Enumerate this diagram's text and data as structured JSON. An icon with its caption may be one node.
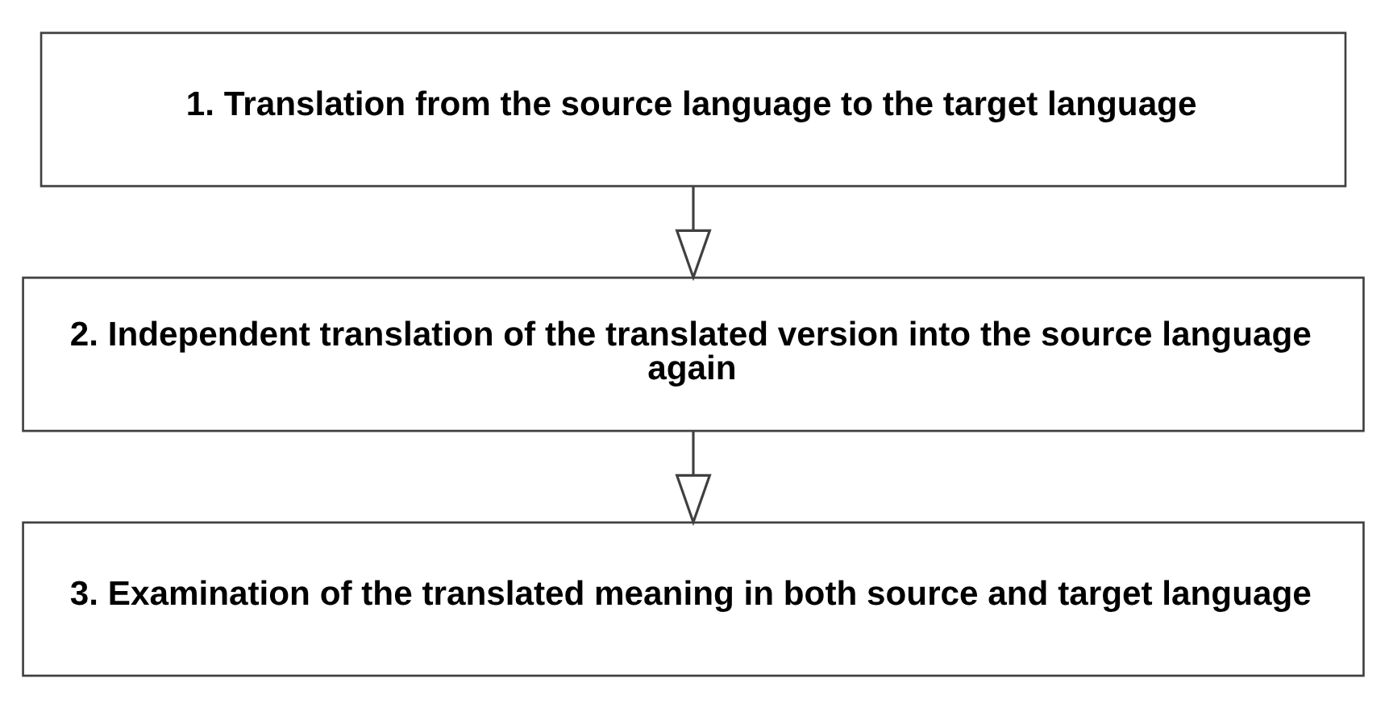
{
  "diagram": {
    "nodes": [
      {
        "text": [
          "1. Translation from the source language to the target language"
        ]
      },
      {
        "text": [
          "2. Independent translation of the translated version into the source language again"
        ]
      },
      {
        "text": [
          "3. Examination of the translated meaning in both source and target language"
        ]
      }
    ],
    "edges": [
      {
        "from": 0,
        "to": 1,
        "arrow": "to"
      },
      {
        "from": 1,
        "to": 2,
        "arrow": "to"
      }
    ]
  }
}
